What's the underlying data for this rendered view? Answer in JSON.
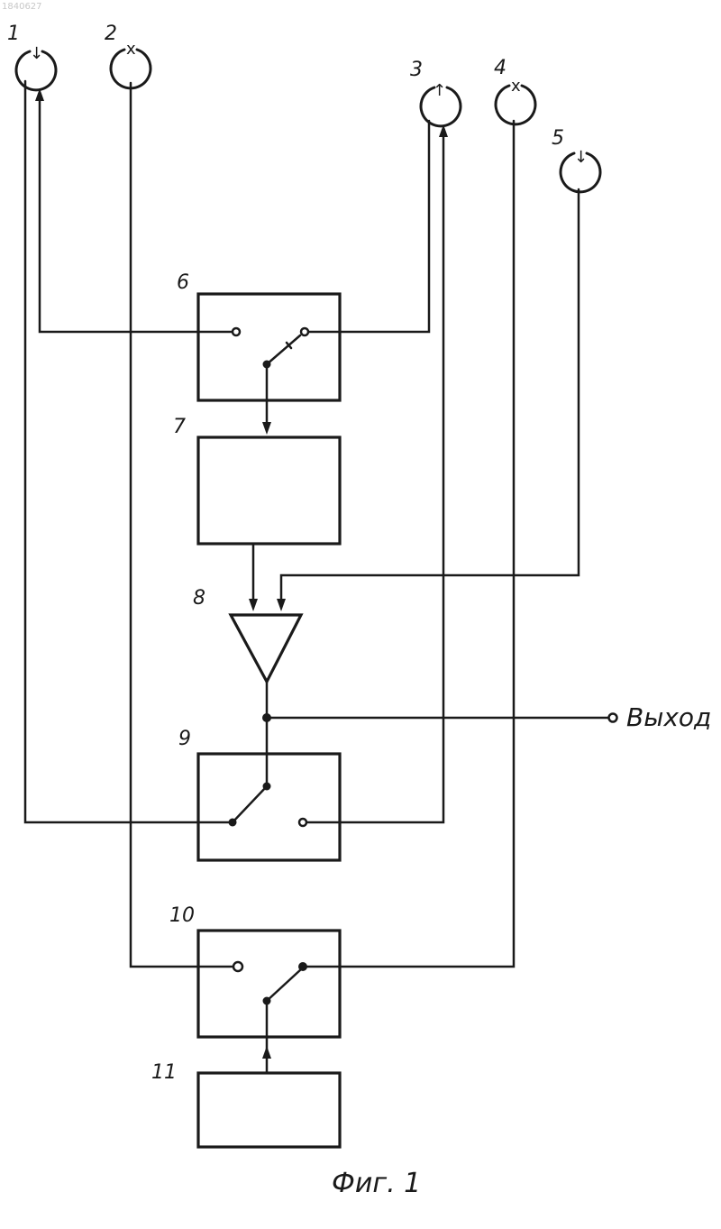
{
  "doc_id": "1840627",
  "terminals": [
    {
      "label": "1",
      "mark": "↓"
    },
    {
      "label": "2",
      "mark": "x"
    },
    {
      "label": "3",
      "mark": "↑"
    },
    {
      "label": "4",
      "mark": "x"
    },
    {
      "label": "5",
      "mark": "↓"
    }
  ],
  "blocks": {
    "b6": "6",
    "b7": "7",
    "b8": "8",
    "b9": "9",
    "b10": "10",
    "b11": "11"
  },
  "output_label": "Выход",
  "caption": "Фиг. 1"
}
